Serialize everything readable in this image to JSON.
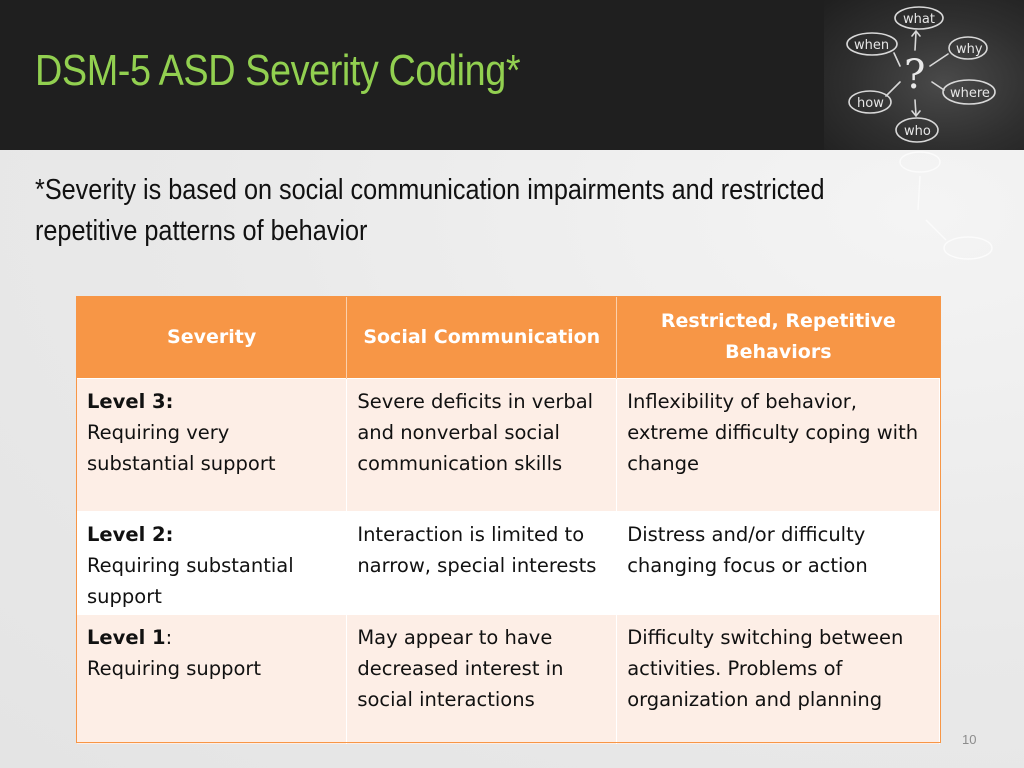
{
  "slide": {
    "title": "DSM-5 ASD Severity Coding*",
    "subtitle": "*Severity is based on social communication impairments and restricted repetitive patterns of behavior",
    "page_number": "10"
  },
  "chalk_words": {
    "what": "what",
    "when": "when",
    "why": "why",
    "how": "how",
    "where": "where",
    "who": "who",
    "question": "?"
  },
  "table": {
    "headers": [
      "Severity",
      "Social Communication",
      "Restricted, Repetitive Behaviors"
    ],
    "rows": [
      {
        "level": "Level 3:",
        "level_suffix": "",
        "support": "Requiring very substantial support",
        "social": "Severe deficits in verbal and nonverbal social communication skills",
        "behavior": "Inflexibility of behavior, extreme difficulty coping with change"
      },
      {
        "level": "Level 2:",
        "level_suffix": "",
        "support": "Requiring substantial support",
        "social": "Interaction is limited  to narrow, special interests",
        "behavior": "Distress and/or difficulty changing focus or action"
      },
      {
        "level": "Level 1",
        "level_suffix": ":",
        "support": "Requiring support",
        "social": "May appear to have decreased interest in social interactions",
        "behavior": "Difficulty switching between activities. Problems of organization and planning"
      }
    ]
  },
  "colors": {
    "title_green": "#92d050",
    "header_dark": "#1f1f1f",
    "table_header_orange": "#f79646",
    "row_tint": "#fdeee6"
  }
}
